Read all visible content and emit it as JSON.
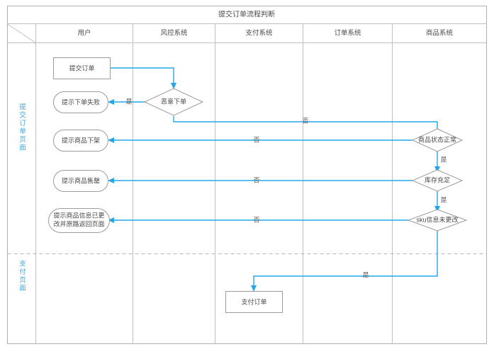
{
  "diagram": {
    "title": "提交订单流程判断",
    "columns": [
      {
        "key": "corner",
        "label": ""
      },
      {
        "key": "user",
        "label": "用户"
      },
      {
        "key": "risk",
        "label": "风控系统"
      },
      {
        "key": "pay",
        "label": "支付系统"
      },
      {
        "key": "order",
        "label": "订单系统"
      },
      {
        "key": "product",
        "label": "商品系统"
      }
    ],
    "swimlanes": [
      {
        "key": "submit-order-page",
        "label": "提交订单页面"
      },
      {
        "key": "payment-page",
        "label": "支付页面"
      }
    ],
    "nodes": [
      {
        "id": "submit-order",
        "type": "process",
        "label": "提交订单"
      },
      {
        "id": "malicious-order",
        "type": "decision",
        "label": "恶意下单"
      },
      {
        "id": "order-failed-tip",
        "type": "terminator",
        "label": "提示下单失败"
      },
      {
        "id": "product-status-ok",
        "type": "decision",
        "label": "商品状态正常"
      },
      {
        "id": "product-offshelf-tip",
        "type": "terminator",
        "label": "提示商品下架"
      },
      {
        "id": "stock-enough",
        "type": "decision",
        "label": "库存充足"
      },
      {
        "id": "product-soldout-tip",
        "type": "terminator",
        "label": "提示商品售罄"
      },
      {
        "id": "sku-unchanged",
        "type": "decision",
        "label": "sku信息未更改"
      },
      {
        "id": "sku-changed-tip",
        "type": "terminator",
        "label_line1": "提示商品信息已更",
        "label_line2": "改并原路返回页面"
      },
      {
        "id": "pay-order",
        "type": "process",
        "label": "支付订单"
      }
    ],
    "edge_labels": {
      "malicious_yes": "是",
      "malicious_no": "否",
      "product_status_no": "否",
      "product_status_yes": "是",
      "stock_no": "否",
      "stock_yes": "是",
      "sku_no": "否",
      "sku_yes": "是"
    },
    "colors": {
      "flow": "#25a6e8",
      "shape_stroke": "#9b9b9b",
      "grid": "#bfbfbf",
      "swimlane_label": "#3fa9e0",
      "text": "#4a4a4a"
    }
  }
}
